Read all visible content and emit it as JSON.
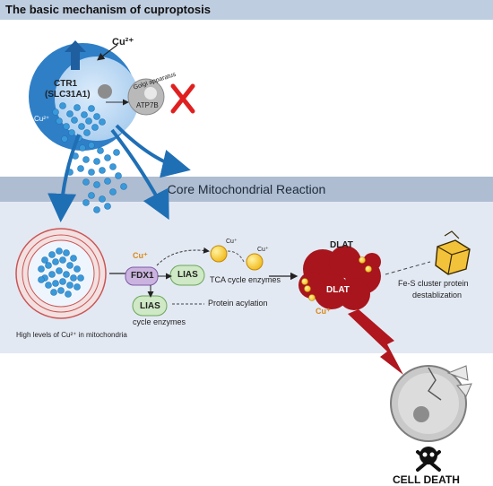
{
  "title": "The basic mechanism of cuproptosis",
  "section_title": "Core Mitochondrial Reaction",
  "labels": {
    "cu2_top": "Cu²⁺",
    "ctr1": "CTR1",
    "slc31a1": "(SLC31A1)",
    "cu_cell": "Cu²⁺",
    "golgi": "Golgi apparatus",
    "atp7b": "ATP7B",
    "cu_plus_left": "Cu⁺",
    "fdx1": "FDX1",
    "lias_top": "LIAS",
    "lias_bottom": "LIAS",
    "cu_plus_small1": "Cu⁺",
    "cu_plus_small2": "Cu⁺",
    "tca": "TCA cycle enzymes",
    "protein_acylation": "Protein acylation",
    "cycle_enzymes": "cycle enzymes",
    "dlat_top": "DLAT",
    "dlat_inner": "DLAT",
    "cu_plus_dlat": "Cu⁺",
    "fes_line1": "Fe-S cluster protein",
    "fes_line2": "destablization",
    "mito_caption": "High levels of Cu²⁺ in mitochondria",
    "cell_death": "CELL DEATH"
  },
  "colors": {
    "title_bar": "#bfcde0",
    "panel": "#e3e9f3",
    "panel_header": "#aebdd1",
    "cell_blue": "#2f7fc7",
    "copper_dots": "#3a9ad9",
    "dlat_red": "#a8151c",
    "arrow_red": "#b0161e",
    "cu_text": "#d9891a"
  }
}
